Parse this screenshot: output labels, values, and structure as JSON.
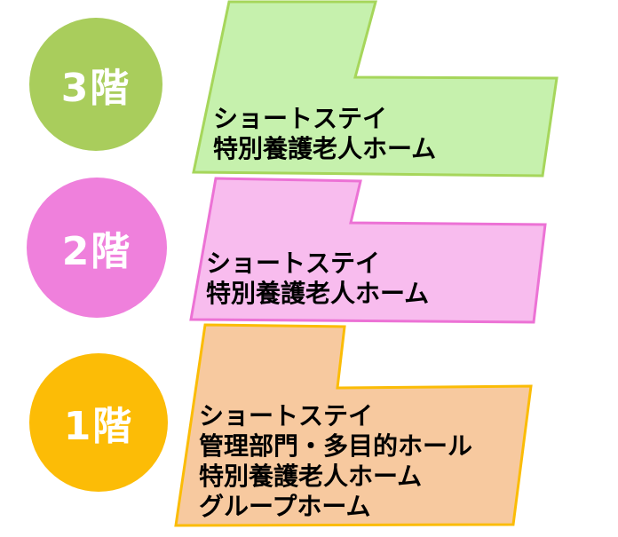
{
  "floors": [
    {
      "label": "3階",
      "circle_color": "#a9cd5c",
      "fill": "#c6f1ad",
      "stroke": "#a6d65b",
      "lines": [
        "ショートステイ",
        "特別養護老人ホーム"
      ]
    },
    {
      "label": "2階",
      "circle_color": "#ef80dc",
      "fill": "#f8bcee",
      "stroke": "#ec72d5",
      "lines": [
        "ショートステイ",
        "特別養護老人ホーム"
      ]
    },
    {
      "label": "1階",
      "circle_color": "#fcbc06",
      "fill": "#f7c99f",
      "stroke": "#fbbc06",
      "lines": [
        "ショートステイ",
        "管理部門・多目的ホール",
        "特別養護老人ホーム",
        "グループホーム"
      ]
    }
  ]
}
